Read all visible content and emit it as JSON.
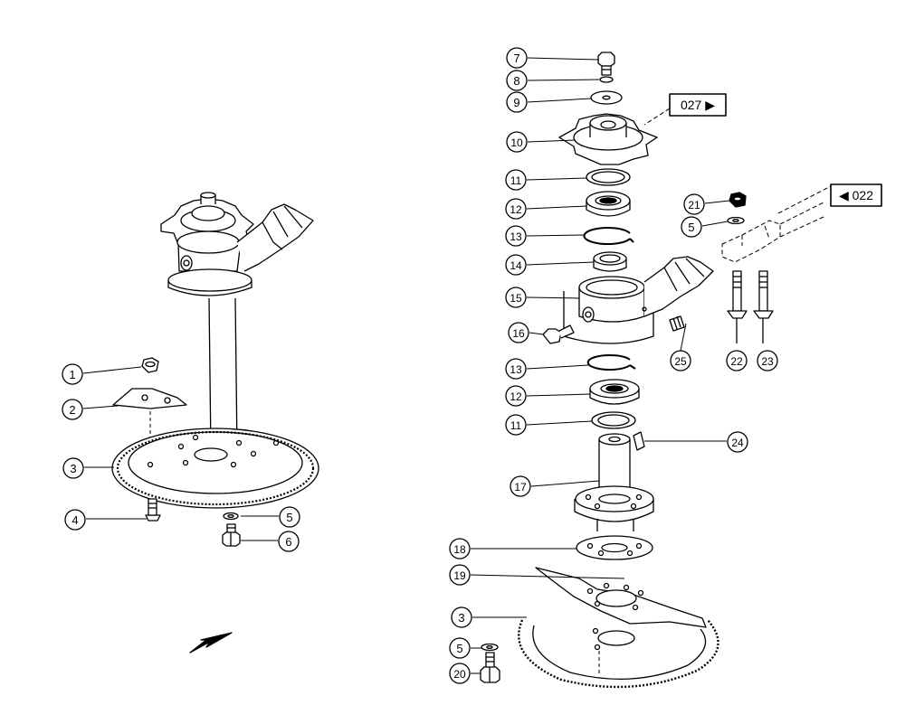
{
  "left_assembly": {
    "callouts": [
      "1",
      "2",
      "3",
      "4",
      "5",
      "6"
    ]
  },
  "right_assembly": {
    "callouts": [
      "7",
      "8",
      "9",
      "10",
      "11",
      "12",
      "13",
      "14",
      "15",
      "16",
      "13",
      "12",
      "11",
      "17",
      "18",
      "19",
      "3",
      "5",
      "20",
      "21",
      "5",
      "25",
      "22",
      "23",
      "24"
    ]
  },
  "references": {
    "ref_027": "027 ▶",
    "ref_022": "◀ 022"
  },
  "colors": {
    "line": "#000000",
    "background": "#ffffff"
  },
  "icons": {
    "direction_arrow": "direction-arrow-icon"
  }
}
